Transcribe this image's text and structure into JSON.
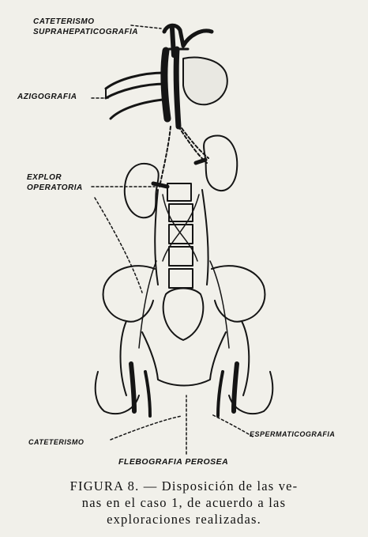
{
  "labels": {
    "cateterismo_suprahepatico_1": "CATETERISMO",
    "cateterismo_suprahepatico_2": "SUPRAHEPATICOGRAFIA",
    "azigografia": "AZIGOGRAFIA",
    "explor_1": "EXPLOR",
    "explor_2": "OPERATORIA",
    "cateterismo": "CATETERISMO",
    "espermaticografia": "ESPERMATICOGRAFIA",
    "flebografia": "FLEBOGRAFIA PEROSEA"
  },
  "caption": {
    "line1": "FIGURA 8. — Disposición de las ve-",
    "line2": "nas en el caso 1, de acuerdo a las",
    "line3": "exploraciones realizadas."
  }
}
